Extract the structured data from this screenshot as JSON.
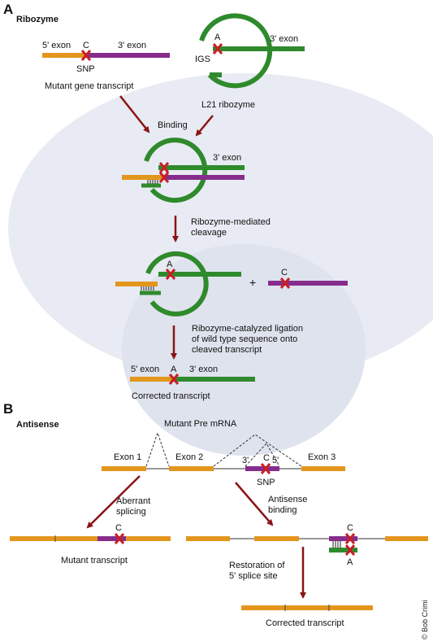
{
  "colors": {
    "exon": "#e3961c",
    "mutant": "#862c8c",
    "ribozyme": "#2f8a2c",
    "arrow": "#8a1414",
    "mark": "#c62026",
    "background_bubble": "#e8ebf3"
  },
  "panel_a": {
    "letter": "A",
    "title": "Ribozyme",
    "labels": {
      "exon5": "5' exon",
      "c_top": "C",
      "exon3_top": "3' exon",
      "snp": "SNP",
      "mutant_gene_transcript": "Mutant gene transcript",
      "a_ribozyme": "A",
      "exon3_ribozyme": "3' exon",
      "igs": "IGS",
      "l21_ribozyme": "L21 ribozyme",
      "binding": "Binding",
      "exon3_bound": "3' exon",
      "cleavage_line1": "Ribozyme-mediated",
      "cleavage_line2": "cleavage",
      "a_cleaved": "A",
      "plus": "+",
      "c_cleaved": "C",
      "ligation_line1": "Ribozyme-catalyzed ligation",
      "ligation_line2": "of wild type sequence onto",
      "ligation_line3": "cleaved transcript",
      "exon5_final": "5' exon",
      "a_final": "A",
      "exon3_final": "3' exon",
      "corrected_transcript": "Corrected transcript"
    }
  },
  "panel_b": {
    "letter": "B",
    "title": "Antisense",
    "labels": {
      "mutant_pre_mrna": "Mutant Pre mRNA",
      "exon1": "Exon 1",
      "exon2": "Exon 2",
      "three_prime": "3'",
      "c_snp": "C",
      "five_prime": "5'",
      "exon3": "Exon 3",
      "snp": "SNP",
      "aberrant_line1": "Aberrant",
      "aberrant_line2": "splicing",
      "antisense_line1": "Antisense",
      "antisense_line2": "binding",
      "c_mutant": "C",
      "mutant_transcript": "Mutant transcript",
      "c_bound": "C",
      "a_bound": "A",
      "restoration_line1": "Restoration of",
      "restoration_line2": "5' splice site",
      "corrected_transcript": "Corrected transcript"
    }
  },
  "credit": "© Bob Crimi"
}
